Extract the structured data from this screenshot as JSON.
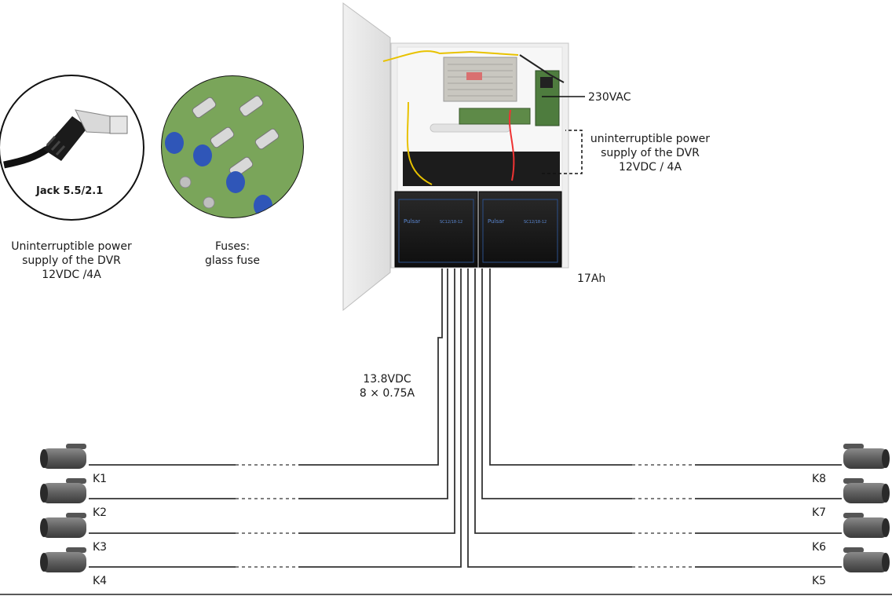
{
  "jack": {
    "badge": "Jack 5.5/2.1",
    "caption": [
      "Uninterruptible power",
      "supply of the DVR",
      "12VDC /4A"
    ]
  },
  "fuses": {
    "caption": [
      "Fuses:",
      "glass fuse"
    ]
  },
  "psu": {
    "mains_label": "230VAC",
    "dvr_label": [
      "uninterruptible power",
      "supply of the DVR",
      "12VDC / 4A"
    ],
    "battery_label": "17Ah",
    "battery_brand": "Pulsar",
    "battery_model": "SC12/18-12",
    "output_label": [
      "13.8VDC",
      "8 × 0.75A"
    ]
  },
  "cameras": {
    "left": [
      "K1",
      "K2",
      "K3",
      "K4"
    ],
    "right": [
      "K8",
      "K7",
      "K6",
      "K5"
    ]
  }
}
